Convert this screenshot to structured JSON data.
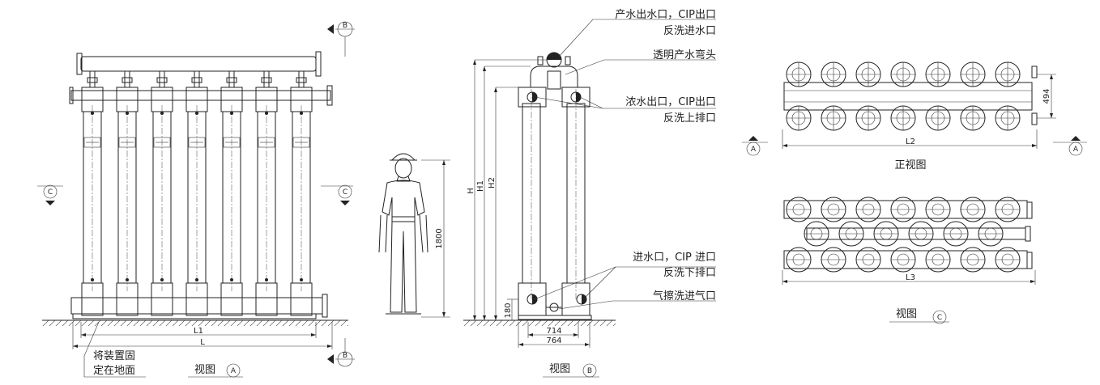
{
  "section_markers": {
    "a": "A",
    "b": "B",
    "c": "C"
  },
  "dimensions": {
    "l1": "L1",
    "l": "L",
    "l2": "L2",
    "l3": "L3",
    "h": "H",
    "h1": "H1",
    "h2": "H2",
    "d1800": "1800",
    "d180": "180",
    "d714": "714",
    "d764": "764",
    "d494": "494"
  },
  "callouts": {
    "product_outlet_1": "产水出水口，CIP出口",
    "product_outlet_2": "反洗进水口",
    "elbow": "透明产水弯头",
    "concentrate_1": "浓水出口，CIP出口",
    "concentrate_2": "反洗上排口",
    "inlet_1": "进水口，CIP 进口",
    "inlet_2": "反洗下排口",
    "air_inlet": "气擦洗进气口",
    "fix_1": "将装置固",
    "fix_2": "定在地面"
  },
  "view_titles": {
    "view_prefix": "视图",
    "front_view": "正视图"
  }
}
